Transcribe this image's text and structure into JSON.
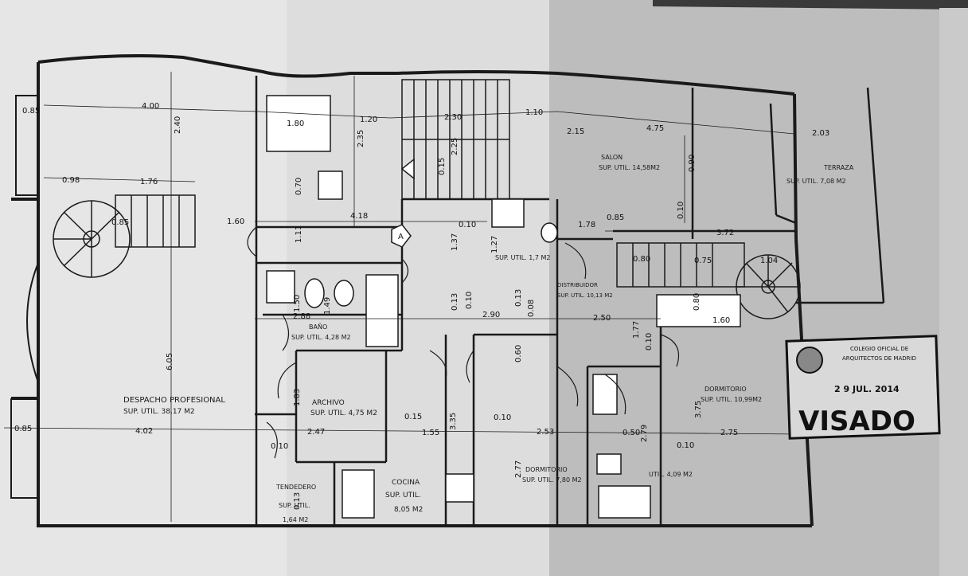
{
  "rooms": [
    {
      "id": "despacho",
      "name": "DESPACHO PROFESIONAL",
      "area": "SUP. UTIL. 38,17 M2"
    },
    {
      "id": "archivo",
      "name": "ARCHIVO",
      "area": "SUP. UTIL. 4,75 M2"
    },
    {
      "id": "bano1",
      "name": "BAÑO",
      "area": "SUP. UTIL. 4,28 M2"
    },
    {
      "id": "tendedero",
      "name": "TENDEDERO",
      "area": "SUP. UTIL.",
      "area2": "1,64 M2"
    },
    {
      "id": "cocina",
      "name": "COCINA",
      "area": "SUP. UTIL.",
      "area2": "8,05 M2"
    },
    {
      "id": "dorm1",
      "name": "DORMITORIO",
      "area": "SUP. UTIL. 7,80 M2"
    },
    {
      "id": "dorm2",
      "name": "DORMITORIO",
      "area": "SUP. UTIL. 10,99M2"
    },
    {
      "id": "salon",
      "name": "SALON",
      "area": "SUP. UTIL. 14,58M2"
    },
    {
      "id": "terraza",
      "name": "TERRAZA",
      "area": "SUP. UTIL. 7,08 M2"
    },
    {
      "id": "aseo",
      "name": "",
      "area": "SUP. UTIL. 1,7 M2"
    },
    {
      "id": "distribuidor",
      "name": "DISTRIBUIDOR",
      "area": "SUP. UTIL. 10,13 M2"
    },
    {
      "id": "bano2",
      "name": "",
      "area": "UTIL. 4,09 M2"
    }
  ],
  "dimensions": [
    "0.85",
    "4.00",
    "2.40",
    "1.80",
    "1.20",
    "2.35",
    "2.30",
    "1.10",
    "2.15",
    "4.75",
    "2.03",
    "0.98",
    "1.76",
    "0.70",
    "2.25",
    "0.15",
    "0.10",
    "4.18",
    "1.60",
    "1.11",
    "1.37",
    "1.27",
    "1.78",
    "0.85",
    "0.10",
    "3.72",
    "0.80",
    "0.75",
    "1.04",
    "0.80",
    "2.90",
    "0.13",
    "0.10",
    "0.13",
    "0.08",
    "2.50",
    "1.50",
    "1.49",
    "2.88",
    "0.60",
    "6.05",
    "1.83",
    "0.15",
    "2.47",
    "1.55",
    "3.35",
    "0.10",
    "2.53",
    "0.50",
    "2.79",
    "0.10",
    "2.75",
    "3.75",
    "4.02",
    "0.85",
    "0.10",
    "0.13",
    "2.77",
    "0.10",
    "1.77",
    "0.90",
    "1.60",
    "0.85"
  ],
  "markers": {
    "section_a": "A"
  },
  "stamp": {
    "line1": "COLEGIO OFICIAL DE",
    "line2": "ARQUITECTOS DE MADRID",
    "date": "2 9 JUL. 2014",
    "visado": "VISADO"
  },
  "colors": {
    "paper_light": "#e8e8e8",
    "paper_mid": "#d6d6d6",
    "paper_dark": "#b8b8b8",
    "ink": "#1a1a1a"
  }
}
